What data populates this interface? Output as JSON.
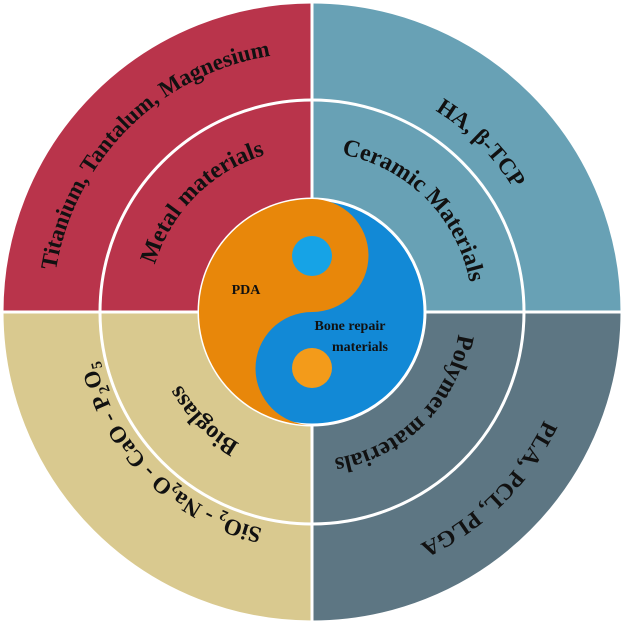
{
  "diagram": {
    "center": {
      "left_label": "PDA",
      "right_label_line1": "Bone repair",
      "right_label_line2": "materials",
      "colors": {
        "orange": "#E8870A",
        "blue": "#1289D6",
        "dot_blue": "#16A3E6",
        "dot_orange": "#F39B1A"
      }
    },
    "quadrants": [
      {
        "id": "metal",
        "inner_label": "Metal materials",
        "outer_label": "Titanium, Tantalum, Magnesium",
        "color": "#B9344B"
      },
      {
        "id": "ceramic",
        "inner_label": "Ceramic Materials",
        "outer_label": "HA, β-TCP",
        "color": "#68A1B5"
      },
      {
        "id": "polymer",
        "inner_label": "Polymer materials",
        "outer_label": "PLA, PCL, PLGA",
        "color": "#5D7683"
      },
      {
        "id": "bioglass",
        "inner_label": "Bioglass",
        "outer_label_parts": [
          {
            "text": "SiO",
            "sub": "2"
          },
          {
            "text": " - Na",
            "sub": "2"
          },
          {
            "text": "O - CaO - P",
            "sub": "2"
          },
          {
            "text": "O",
            "sub": "5"
          }
        ],
        "color": "#D9C98F"
      }
    ],
    "ring_stroke_color": "#ffffff"
  }
}
